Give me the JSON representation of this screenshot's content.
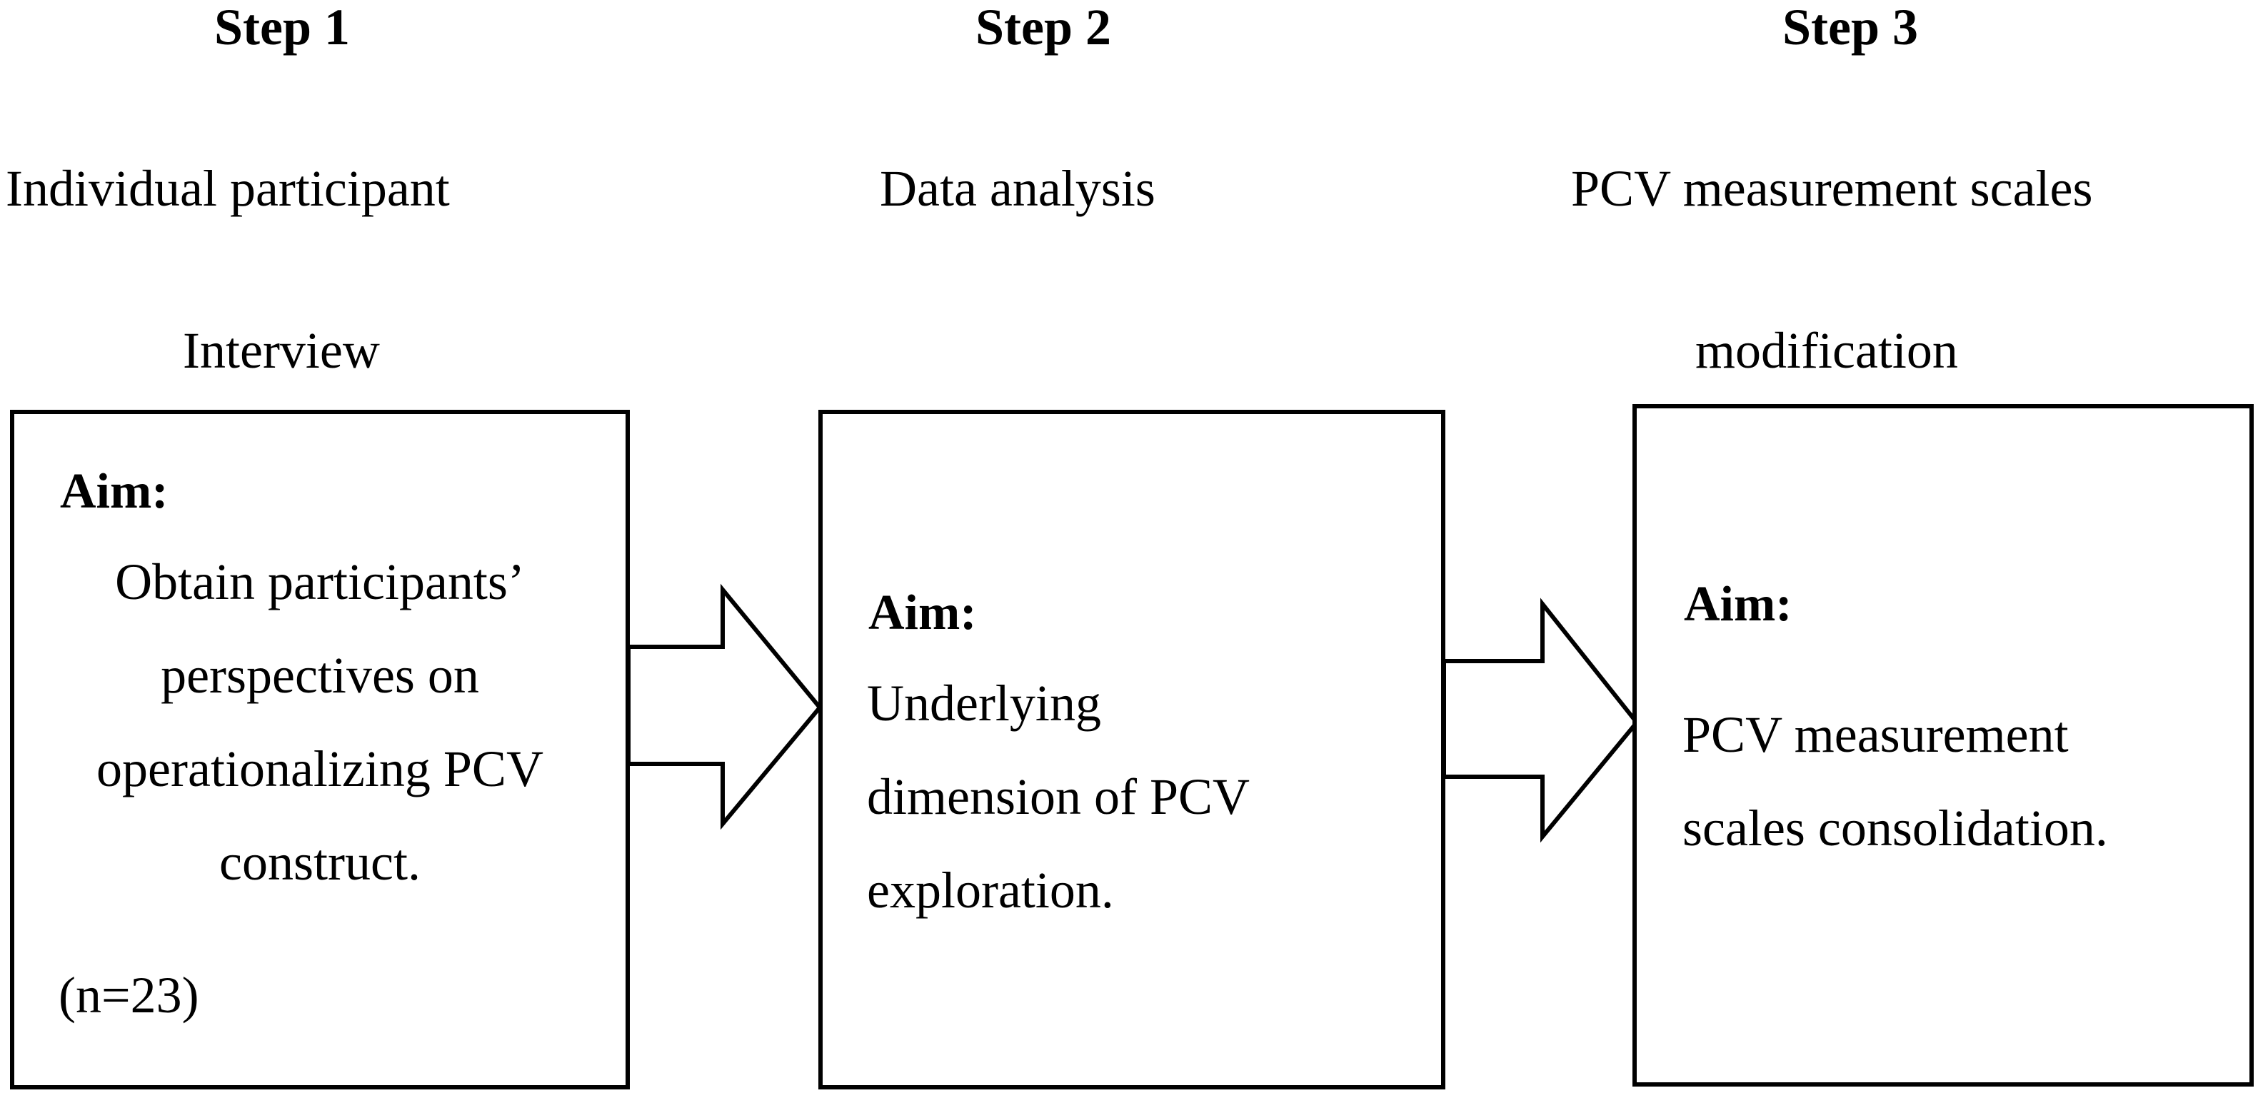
{
  "steps": [
    {
      "title": "Step 1",
      "subtitle_lines": [
        "Individual participant",
        "Interview"
      ],
      "aim_label": "Aim:",
      "body_lines": [
        "Obtain participants’",
        "perspectives on",
        "operationalizing PCV",
        "construct."
      ],
      "note": "(n=23)"
    },
    {
      "title": "Step 2",
      "subtitle_lines": [
        "Data analysis"
      ],
      "aim_label": "Aim:",
      "body_lines": [
        "Underlying",
        "dimension of PCV",
        "exploration."
      ]
    },
    {
      "title": "Step 3",
      "subtitle_lines": [
        "PCV measurement scales",
        "modification"
      ],
      "aim_label": "Aim:",
      "body_lines": [
        "PCV measurement",
        "scales consolidation."
      ]
    }
  ],
  "colors": {
    "stroke": "#000000",
    "background": "#ffffff"
  }
}
